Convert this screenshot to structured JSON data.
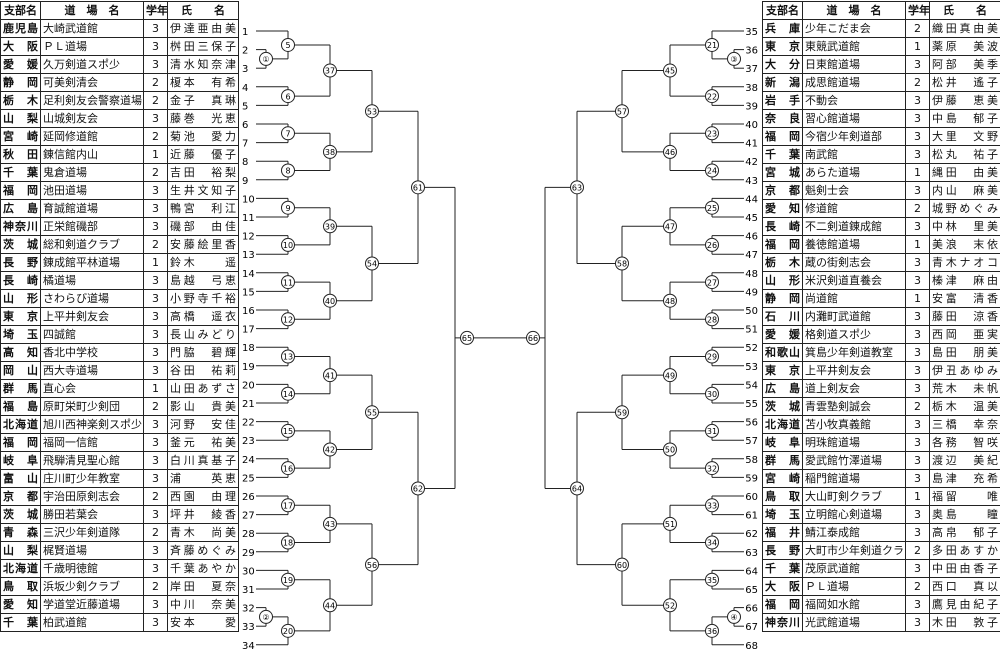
{
  "headers": {
    "pref": "支部名",
    "dojo": "道　場　名",
    "grade": "学年",
    "name": "氏　　名"
  },
  "left_entries": [
    {
      "no": "1",
      "pref": "鹿児島",
      "dojo": "大崎武道館",
      "grade": "3",
      "name": "伊達亜由美"
    },
    {
      "no": "2",
      "pref": "大阪",
      "dojo": "ＰＬ道場",
      "grade": "3",
      "name": "桝田三保子"
    },
    {
      "no": "3",
      "pref": "愛媛",
      "dojo": "久万剣道スポ少",
      "grade": "3",
      "name": "清水知奈津"
    },
    {
      "no": "4",
      "pref": "静岡",
      "dojo": "可美剣清会",
      "grade": "2",
      "name": "榎本　有希"
    },
    {
      "no": "5",
      "pref": "栃木",
      "dojo": "足利剣友会警察道場",
      "grade": "2",
      "name": "金子　真琳"
    },
    {
      "no": "6",
      "pref": "山梨",
      "dojo": "山城剣友会",
      "grade": "3",
      "name": "藤巻　光恵"
    },
    {
      "no": "7",
      "pref": "宮崎",
      "dojo": "延岡修道館",
      "grade": "2",
      "name": "菊池　愛力"
    },
    {
      "no": "8",
      "pref": "秋田",
      "dojo": "錬信館内山",
      "grade": "1",
      "name": "近藤　優子"
    },
    {
      "no": "9",
      "pref": "千葉",
      "dojo": "鬼倉道場",
      "grade": "2",
      "name": "吉田　裕梨"
    },
    {
      "no": "10",
      "pref": "福岡",
      "dojo": "池田道場",
      "grade": "3",
      "name": "生井文知子"
    },
    {
      "no": "11",
      "pref": "広島",
      "dojo": "育誠館道場",
      "grade": "3",
      "name": "鴨宮　利江"
    },
    {
      "no": "12",
      "pref": "神奈川",
      "dojo": "正栄館磯部",
      "grade": "3",
      "name": "磯部　由佳"
    },
    {
      "no": "13",
      "pref": "茨城",
      "dojo": "総和剣道クラブ",
      "grade": "2",
      "name": "安藤絵里香"
    },
    {
      "no": "14",
      "pref": "長野",
      "dojo": "錬成館平林道場",
      "grade": "1",
      "name": "鈴木　　遥"
    },
    {
      "no": "15",
      "pref": "長崎",
      "dojo": "橘道場",
      "grade": "3",
      "name": "島越　弓恵"
    },
    {
      "no": "16",
      "pref": "山形",
      "dojo": "さわらび道場",
      "grade": "3",
      "name": "小野寺千裕"
    },
    {
      "no": "17",
      "pref": "東京",
      "dojo": "上平井剣友会",
      "grade": "3",
      "name": "高橋　遥衣"
    },
    {
      "no": "18",
      "pref": "埼玉",
      "dojo": "四誠館",
      "grade": "3",
      "name": "長山みどり"
    },
    {
      "no": "19",
      "pref": "高知",
      "dojo": "香北中学校",
      "grade": "3",
      "name": "門脇　碧輝"
    },
    {
      "no": "20",
      "pref": "岡山",
      "dojo": "西大寺道場",
      "grade": "3",
      "name": "谷田　祐莉"
    },
    {
      "no": "21",
      "pref": "群馬",
      "dojo": "直心会",
      "grade": "1",
      "name": "山田あずさ"
    },
    {
      "no": "22",
      "pref": "福島",
      "dojo": "原町栄町少剣団",
      "grade": "2",
      "name": "影山　貴美"
    },
    {
      "no": "23",
      "pref": "北海道",
      "dojo": "旭川西神楽剣スポ少",
      "grade": "3",
      "name": "河野　安佳"
    },
    {
      "no": "24",
      "pref": "福岡",
      "dojo": "福岡一信館",
      "grade": "3",
      "name": "釜元　祐美"
    },
    {
      "no": "25",
      "pref": "岐阜",
      "dojo": "飛騨清見聖心館",
      "grade": "3",
      "name": "白川真基子"
    },
    {
      "no": "26",
      "pref": "富山",
      "dojo": "庄川町少年教室",
      "grade": "3",
      "name": "浦　　英恵"
    },
    {
      "no": "27",
      "pref": "京都",
      "dojo": "宇治田原剣志会",
      "grade": "2",
      "name": "西園　由理"
    },
    {
      "no": "28",
      "pref": "茨城",
      "dojo": "勝田若葉会",
      "grade": "3",
      "name": "坪井　綾香"
    },
    {
      "no": "29",
      "pref": "青森",
      "dojo": "三沢少年剣道隊",
      "grade": "2",
      "name": "青木　尚美"
    },
    {
      "no": "30",
      "pref": "山梨",
      "dojo": "梶賢道場",
      "grade": "3",
      "name": "斉藤めぐみ"
    },
    {
      "no": "31",
      "pref": "北海道",
      "dojo": "千歳明徳館",
      "grade": "3",
      "name": "千葉あやか"
    },
    {
      "no": "32",
      "pref": "鳥取",
      "dojo": "浜坂少剣クラブ",
      "grade": "2",
      "name": "岸田　夏奈"
    },
    {
      "no": "33",
      "pref": "愛知",
      "dojo": "学道堂近藤道場",
      "grade": "3",
      "name": "中川　奈美"
    },
    {
      "no": "34",
      "pref": "千葉",
      "dojo": "柏武道館",
      "grade": "3",
      "name": "安本　　愛"
    }
  ],
  "right_entries": [
    {
      "no": "35",
      "pref": "兵庫",
      "dojo": "少年こだま会",
      "grade": "2",
      "name": "織田真由美"
    },
    {
      "no": "36",
      "pref": "東京",
      "dojo": "東競武道館",
      "grade": "1",
      "name": "薬原　美波"
    },
    {
      "no": "37",
      "pref": "大分",
      "dojo": "日東館道場",
      "grade": "3",
      "name": "阿部　美季"
    },
    {
      "no": "38",
      "pref": "新潟",
      "dojo": "成思館道場",
      "grade": "2",
      "name": "松井　遙子"
    },
    {
      "no": "39",
      "pref": "岩手",
      "dojo": "不動会",
      "grade": "3",
      "name": "伊藤　恵美"
    },
    {
      "no": "40",
      "pref": "奈良",
      "dojo": "習心館道場",
      "grade": "3",
      "name": "中島　郁子"
    },
    {
      "no": "41",
      "pref": "福岡",
      "dojo": "今宿少年剣道部",
      "grade": "3",
      "name": "大里　文野"
    },
    {
      "no": "42",
      "pref": "千葉",
      "dojo": "南武館",
      "grade": "3",
      "name": "松丸　祐子"
    },
    {
      "no": "43",
      "pref": "宮城",
      "dojo": "あらた道場",
      "grade": "1",
      "name": "縄田　由美"
    },
    {
      "no": "44",
      "pref": "京都",
      "dojo": "魁剣士会",
      "grade": "3",
      "name": "内山　麻美"
    },
    {
      "no": "45",
      "pref": "愛知",
      "dojo": "修道館",
      "grade": "2",
      "name": "城野めぐみ"
    },
    {
      "no": "46",
      "pref": "長崎",
      "dojo": "不二剣道錬成館",
      "grade": "3",
      "name": "中林　里美"
    },
    {
      "no": "47",
      "pref": "福岡",
      "dojo": "養徳館道場",
      "grade": "1",
      "name": "美浪　末依"
    },
    {
      "no": "48",
      "pref": "栃木",
      "dojo": "蔵の街剣志会",
      "grade": "3",
      "name": "青木ナオコ"
    },
    {
      "no": "49",
      "pref": "山形",
      "dojo": "米沢剣道直養会",
      "grade": "3",
      "name": "榛津　麻由"
    },
    {
      "no": "50",
      "pref": "静岡",
      "dojo": "尚道館",
      "grade": "1",
      "name": "安富　清香"
    },
    {
      "no": "51",
      "pref": "石川",
      "dojo": "内灘町武道館",
      "grade": "3",
      "name": "藤田　涼香"
    },
    {
      "no": "52",
      "pref": "愛媛",
      "dojo": "格剣道スポ少",
      "grade": "3",
      "name": "西岡　亜実"
    },
    {
      "no": "53",
      "pref": "和歌山",
      "dojo": "箕島少年剣道教室",
      "grade": "3",
      "name": "島田　朋美"
    },
    {
      "no": "54",
      "pref": "東京",
      "dojo": "上平井剣友会",
      "grade": "3",
      "name": "伊丑あゆみ"
    },
    {
      "no": "55",
      "pref": "広島",
      "dojo": "道上剣友会",
      "grade": "3",
      "name": "荒木　未帆"
    },
    {
      "no": "56",
      "pref": "茨城",
      "dojo": "青雲塾剣誠会",
      "grade": "2",
      "name": "栃木　温美"
    },
    {
      "no": "57",
      "pref": "北海道",
      "dojo": "苫小牧真義館",
      "grade": "3",
      "name": "三橋　幸奈"
    },
    {
      "no": "58",
      "pref": "岐阜",
      "dojo": "明珠館道場",
      "grade": "3",
      "name": "各務　智咲"
    },
    {
      "no": "59",
      "pref": "群馬",
      "dojo": "愛武館竹澤道場",
      "grade": "3",
      "name": "渡辺　美紀"
    },
    {
      "no": "60",
      "pref": "宮崎",
      "dojo": "稲門館道場",
      "grade": "3",
      "name": "島津　充希"
    },
    {
      "no": "61",
      "pref": "鳥取",
      "dojo": "大山町剣クラブ",
      "grade": "1",
      "name": "福留　　唯"
    },
    {
      "no": "62",
      "pref": "埼玉",
      "dojo": "立明館心剣道場",
      "grade": "3",
      "name": "奥島　　瞳"
    },
    {
      "no": "63",
      "pref": "福井",
      "dojo": "鯖江泰成館",
      "grade": "3",
      "name": "高帛　郁子"
    },
    {
      "no": "64",
      "pref": "長野",
      "dojo": "大町市少年剣道クラブ",
      "grade": "2",
      "name": "多田あすか"
    },
    {
      "no": "65",
      "pref": "千葉",
      "dojo": "茂原武道館",
      "grade": "3",
      "name": "中田由香子"
    },
    {
      "no": "66",
      "pref": "大阪",
      "dojo": "ＰＬ道場",
      "grade": "2",
      "name": "西口　真以"
    },
    {
      "no": "67",
      "pref": "福岡",
      "dojo": "福岡如水館",
      "grade": "3",
      "name": "鷹見由紀子"
    },
    {
      "no": "68",
      "pref": "神奈川",
      "dojo": "光武館道場",
      "grade": "3",
      "name": "木田　敦子"
    }
  ]
}
